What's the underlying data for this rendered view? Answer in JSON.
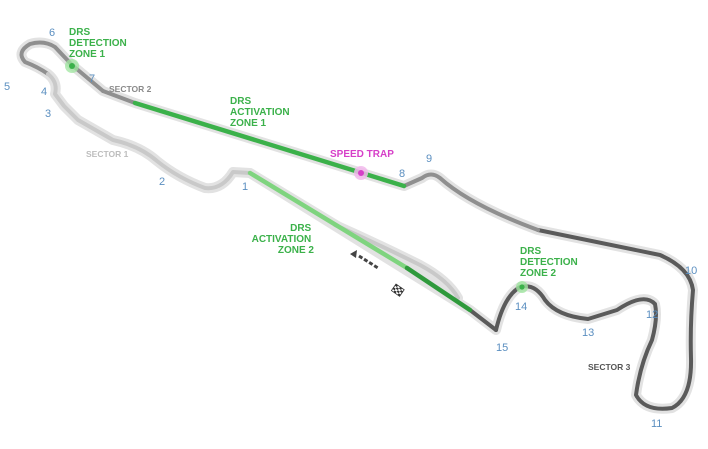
{
  "colors": {
    "turn_number": "#5b8fc0",
    "drs": "#3bb14a",
    "drs_light": "#7fd47f",
    "speed_trap": "#d63fc8",
    "sector_1": "#c9c9c9",
    "sector_2": "#8f8f8f",
    "sector_3": "#5a5a5a",
    "track_outline": "#e2e2e2",
    "label_sector_1": "#bdbdbd",
    "label_sector_2": "#8a8a8a",
    "label_sector_3": "#555555"
  },
  "turns": [
    "1",
    "2",
    "3",
    "4",
    "5",
    "6",
    "7",
    "8",
    "9",
    "10",
    "11",
    "12",
    "13",
    "14",
    "15"
  ],
  "labels": {
    "drs_detection_1": [
      "DRS",
      "DETECTION",
      "ZONE 1"
    ],
    "drs_activation_1": [
      "DRS",
      "ACTIVATION",
      "ZONE 1"
    ],
    "drs_activation_2": [
      "DRS",
      "ACTIVATION",
      "ZONE 2"
    ],
    "drs_detection_2": [
      "DRS",
      "DETECTION",
      "ZONE 2"
    ],
    "speed_trap": "SPEED TRAP",
    "sector_1": "SECTOR 1",
    "sector_2": "SECTOR 2",
    "sector_3": "SECTOR 3"
  },
  "icons": {
    "direction": "direction-arrow-icon",
    "finish": "checkered-flag-icon"
  }
}
